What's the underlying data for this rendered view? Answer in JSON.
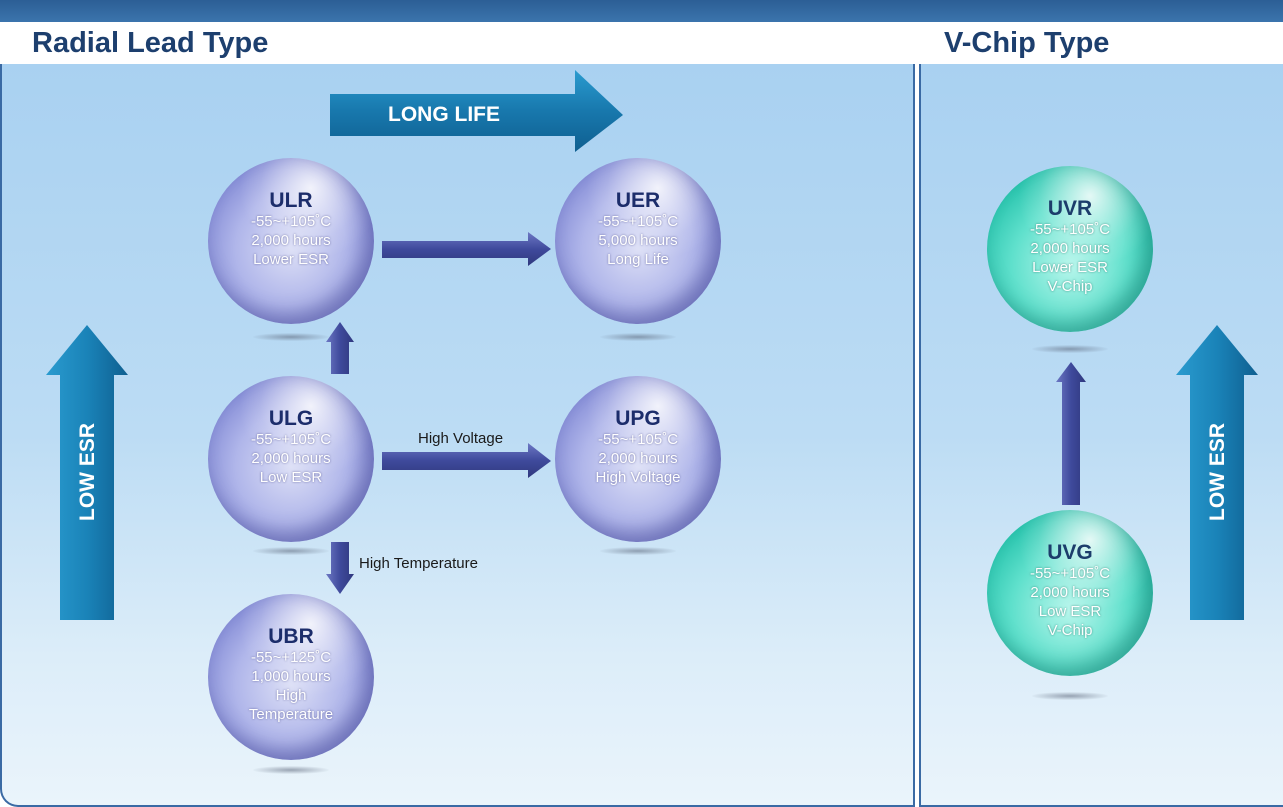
{
  "sections": {
    "radial_title": "Radial Lead Type",
    "vchip_title": "V-Chip Type"
  },
  "arrows": {
    "long_life": "LONG LIFE",
    "low_esr_left": "LOW ESR",
    "low_esr_right": "LOW ESR",
    "high_voltage": "High Voltage",
    "high_temperature": "High Temperature"
  },
  "nodes": {
    "ulr": {
      "code": "ULR",
      "temp": "-55~+105˚C",
      "hours": "2,000 hours",
      "desc1": "Lower ESR"
    },
    "uer": {
      "code": "UER",
      "temp": "-55~+105˚C",
      "hours": "5,000 hours",
      "desc1": "Long Life"
    },
    "ulg": {
      "code": "ULG",
      "temp": "-55~+105˚C",
      "hours": "2,000 hours",
      "desc1": "Low ESR"
    },
    "upg": {
      "code": "UPG",
      "temp": "-55~+105˚C",
      "hours": "2,000 hours",
      "desc1": "High Voltage"
    },
    "ubr": {
      "code": "UBR",
      "temp": "-55~+125˚C",
      "hours": "1,000 hours",
      "desc1": "High",
      "desc2": "Temperature"
    },
    "uvr": {
      "code": "UVR",
      "temp": "-55~+105˚C",
      "hours": "2,000 hours",
      "desc1": "Lower ESR",
      "desc2": "V-Chip"
    },
    "uvg": {
      "code": "UVG",
      "temp": "-55~+105˚C",
      "hours": "2,000 hours",
      "desc1": "Low ESR",
      "desc2": "V-Chip"
    }
  },
  "colors": {
    "header_bar": "#2c5e95",
    "title_text": "#1d3f6e",
    "panel_top": "#a9d1f1",
    "panel_bottom": "#eaf4fb",
    "big_arrow": "#1a7fb3",
    "small_arrow": "#45509f",
    "purple_sphere": "#8f96dc",
    "teal_sphere": "#3ad3bc"
  }
}
